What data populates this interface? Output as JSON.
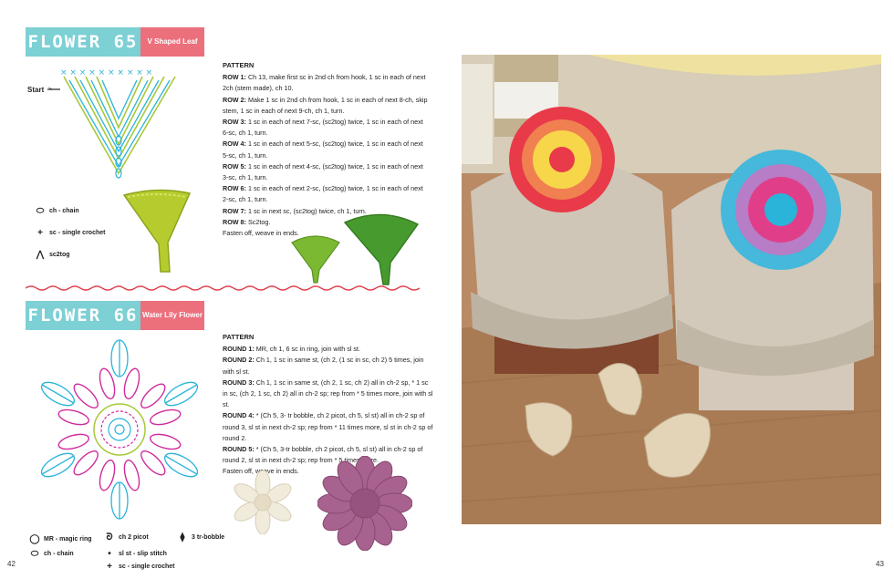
{
  "left_page": {
    "page_number": "42",
    "flower65": {
      "title": "FLOWER 65",
      "subtitle": "V Shaped Leaf",
      "start_label": "Start",
      "pattern_heading": "PATTERN",
      "rows": [
        {
          "label": "ROW 1:",
          "text": "Ch 13, make first sc in 2nd ch from hook, 1 sc in each of next 2ch (stem made), ch 10."
        },
        {
          "label": "ROW 2:",
          "text": "Make 1 sc in 2nd ch from hook, 1 sc in each of next 8-ch, skip stem, 1 sc in each of next 9-ch, ch 1, turn."
        },
        {
          "label": "ROW 3:",
          "text": "1 sc in each of next 7-sc, (sc2tog) twice, 1 sc in each of next 6-sc, ch 1, turn."
        },
        {
          "label": "ROW 4:",
          "text": "1 sc in each of next 5-sc, (sc2tog) twice, 1 sc in each of next 5-sc, ch 1, turn."
        },
        {
          "label": "ROW 5:",
          "text": "1 sc in each of next 4-sc, (sc2tog) twice, 1 sc in each of next 3-sc, ch 1, turn."
        },
        {
          "label": "ROW 6:",
          "text": "1 sc in each of next 2-sc, (sc2tog) twice, 1 sc in each of next 2-sc, ch 1, turn."
        },
        {
          "label": "ROW 7:",
          "text": "1 sc in next sc, (sc2tog) twice, ch 1, turn."
        },
        {
          "label": "ROW 8:",
          "text": "Sc2tog."
        }
      ],
      "finish": "Fasten off, weave in ends.",
      "legend": [
        {
          "icon": "chain-oval-icon",
          "glyph": "⬭",
          "label": "ch - chain"
        },
        {
          "icon": "plus-icon",
          "glyph": "+",
          "label": "sc - single crochet"
        },
        {
          "icon": "sc2tog-icon",
          "glyph": "⋀",
          "label": "sc2tog"
        }
      ]
    },
    "flower66": {
      "title": "FLOWER 66",
      "subtitle": "Water Lily Flower",
      "pattern_heading": "PATTERN",
      "rows": [
        {
          "label": "ROUND 1:",
          "text": "MR, ch 1, 6 sc in ring, join with sl st."
        },
        {
          "label": "ROUND 2:",
          "text": "Ch 1, 1 sc in same st, (ch 2, (1 sc in sc, ch 2) 5 times, join with sl st."
        },
        {
          "label": "ROUND 3:",
          "text": "Ch 1, 1 sc in same st, (ch 2, 1 sc, ch 2) all in ch-2 sp, * 1 sc in sc, (ch 2, 1 sc, ch 2) all in ch-2 sp; rep from * 5 times more, join with sl st."
        },
        {
          "label": "ROUND 4:",
          "text": "* (Ch 5, 3- tr bobble, ch 2 picot, ch 5, sl st) all in ch-2 sp of round 3, sl st in next ch-2 sp; rep from * 11 times more, sl st in ch-2 sp of round 2."
        },
        {
          "label": "ROUND 5:",
          "text": "* (Ch 5, 3-tr bobble, ch 2 picot, ch 5, sl st) all in ch-2 sp of round 2, sl st in next ch-2 sp; rep from * 5 times more."
        }
      ],
      "finish": "Fasten off, weave in ends.",
      "legend": [
        {
          "icon": "magic-ring-icon",
          "glyph": "◯",
          "label": "MR - magic ring"
        },
        {
          "icon": "chain-oval-icon",
          "glyph": "⬭",
          "label": "ch - chain"
        },
        {
          "icon": "picot-icon",
          "glyph": "ᘐ",
          "label": "ch 2 picot"
        },
        {
          "icon": "dot-icon",
          "glyph": "•",
          "label": "sl st - slip stitch"
        },
        {
          "icon": "bobble-icon",
          "glyph": "⧫",
          "label": "3 tr-bobble"
        },
        {
          "icon": "plus-icon",
          "glyph": "+",
          "label": "sc - single crochet"
        }
      ]
    }
  },
  "right_page": {
    "page_number": "43"
  },
  "colors": {
    "banner_teal": "#7dd0d4",
    "banner_pink": "#ec6f7c",
    "chart_blue": "#2ab4d9",
    "chart_green": "#a9c83b",
    "chart_magenta": "#cf2b9c",
    "wave_red": "#e2424e"
  }
}
